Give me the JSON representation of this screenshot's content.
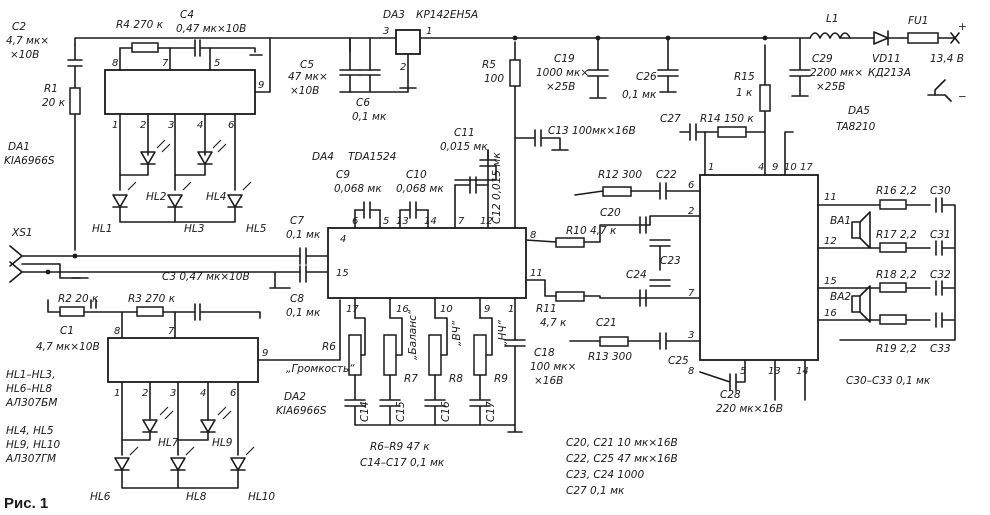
{
  "figure_label": "Рис. 1",
  "power": {
    "voltage": "13,4 В",
    "plus": "+",
    "minus": "−"
  },
  "ics": {
    "da1": {
      "ref": "DA1",
      "type": "KIA6966S",
      "pins": [
        "8",
        "7",
        "5",
        "9",
        "1",
        "2",
        "3",
        "4",
        "6"
      ]
    },
    "da2": {
      "ref": "DA2",
      "type": "KIA6966S",
      "pins": [
        "8",
        "7",
        "9",
        "1",
        "2",
        "3",
        "4",
        "6"
      ]
    },
    "da3": {
      "ref": "DA3",
      "type": "КР142ЕН5А",
      "pins": [
        "3",
        "1",
        "2"
      ]
    },
    "da4": {
      "ref": "DA4",
      "type": "TDA1524",
      "pins": [
        "4",
        "5",
        "6",
        "13",
        "14",
        "7",
        "12",
        "8",
        "11",
        "15",
        "17",
        "16",
        "10",
        "9",
        "1"
      ]
    },
    "da5": {
      "ref": "DA5",
      "type": "TA8210",
      "pins": [
        "1",
        "4",
        "9",
        "10",
        "17",
        "6",
        "2",
        "7",
        "3",
        "11",
        "12",
        "15",
        "16",
        "8",
        "5",
        "13",
        "14"
      ]
    }
  },
  "components": {
    "c1": "C1",
    "c1_value": "4,7 мк×10В",
    "c2": "C2",
    "c2_value": "4,7 мк×",
    "c2_value2": "×10В",
    "c3": "C3 0,47 мк×10В",
    "c4": "C4",
    "c4_value": "0,47 мк×10В",
    "c5": "C5",
    "c5_value": "47 мк×",
    "c5_value2": "×10В",
    "c6": "C6",
    "c6_value": "0,1 мк",
    "c7": "C7",
    "c7_value": "0,1 мк",
    "c8": "C8",
    "c8_value": "0,1 мк",
    "c9": "C9",
    "c9_value": "0,068 мк",
    "c10": "C10",
    "c10_value": "0,068 мк",
    "c11": "C11",
    "c11_value": "0,015 мк",
    "c12": "C12 0,015 мк",
    "c13": "C13 100мк×16В",
    "c14": "C14",
    "c15": "C15",
    "c16": "C16",
    "c17": "C17",
    "c18": "C18",
    "c18_value": "100 мк×",
    "c18_value2": "×16В",
    "c19": "C19",
    "c19_value": "1000 мк×",
    "c19_value2": "×25В",
    "c20": "C20",
    "c21": "C21",
    "c22": "C22",
    "c23": "C23",
    "c24": "C24",
    "c25": "C25",
    "c26": "C26",
    "c26_value": "0,1 мк",
    "c27": "C27",
    "c28": "C28",
    "c28_value": "220 мк×16В",
    "c29": "C29",
    "c29_value": "2200 мк×",
    "c29_value2": "×25В",
    "c30": "C30",
    "c31": "C31",
    "c32": "C32",
    "c33": "C33",
    "r1": "R1",
    "r1_value": "20 к",
    "r2": "R2 20 к",
    "r3": "R3 270 к",
    "r4": "R4 270 к",
    "r5": "R5",
    "r5_value": "100",
    "r6": "R6",
    "r7": "R7",
    "r8": "R8",
    "r9": "R9",
    "r10": "R10 4,7 к",
    "r11": "R11",
    "r11_value": "4,7 к",
    "r12": "R12 300",
    "r13": "R13 300",
    "r14": "R14 150 к",
    "r15": "R15",
    "r15_value": "1 к",
    "r16": "R16 2,2",
    "r17": "R17 2,2",
    "r18": "R18 2,2",
    "r19": "R19 2,2",
    "l1": "L1",
    "fu1": "FU1",
    "vd11": "VD11",
    "vd11_type": "КД213А",
    "ba1": "BA1",
    "ba2": "BA2",
    "xs1": "XS1",
    "hl1": "HL1",
    "hl2": "HL2",
    "hl3": "HL3",
    "hl4": "HL4",
    "hl5": "HL5",
    "hl6": "HL6",
    "hl7": "HL7",
    "hl8": "HL8",
    "hl9": "HL9",
    "hl10": "HL10"
  },
  "control_labels": {
    "volume": "„Громкость“",
    "balance": "„Баланс“",
    "bass": "„ВЧ“",
    "treble": "„НЧ“"
  },
  "notes": {
    "hl_group1_line1": "HL1–HL3,",
    "hl_group1_line2": "HL6–HL8",
    "hl_group1_line3": "АЛ307БМ",
    "hl_group2_line1": "HL4, HL5",
    "hl_group2_line2": "HL9, HL10",
    "hl_group2_line3": "АЛ307ГМ",
    "r6_r9": "R6–R9  47 к",
    "c14_c17": "C14–C17  0,1 мк",
    "c20_c21": "C20, C21  10 мк×16В",
    "c22_c25": "C22, C25  47 мк×16В",
    "c23_c24": "C23, C24  1000",
    "c27": "C27  0,1 мк",
    "c30_c33": "C30–C33  0,1 мк"
  }
}
